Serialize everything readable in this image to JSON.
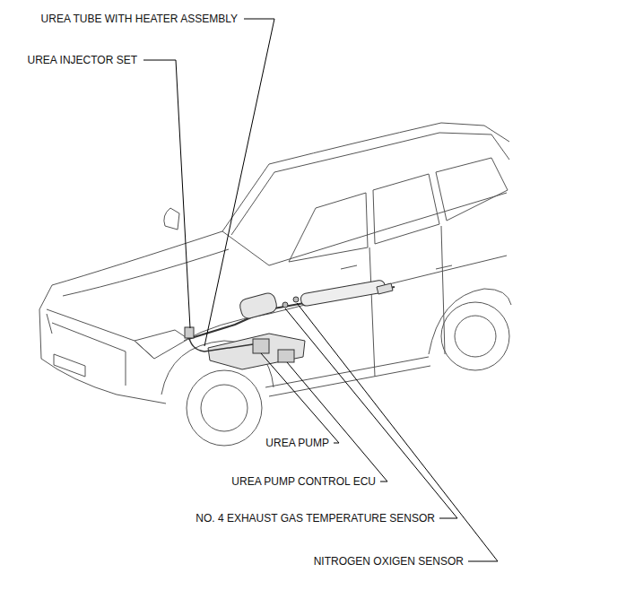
{
  "diagram": {
    "labels": [
      "UREA TUBE WITH HEATER ASSEMBLY",
      "UREA INJECTOR SET",
      "UREA PUMP",
      "UREA PUMP CONTROL ECU",
      "NO. 4 EXHAUST GAS TEMPERATURE SENSOR",
      "NITROGEN OXIGEN SENSOR"
    ]
  }
}
